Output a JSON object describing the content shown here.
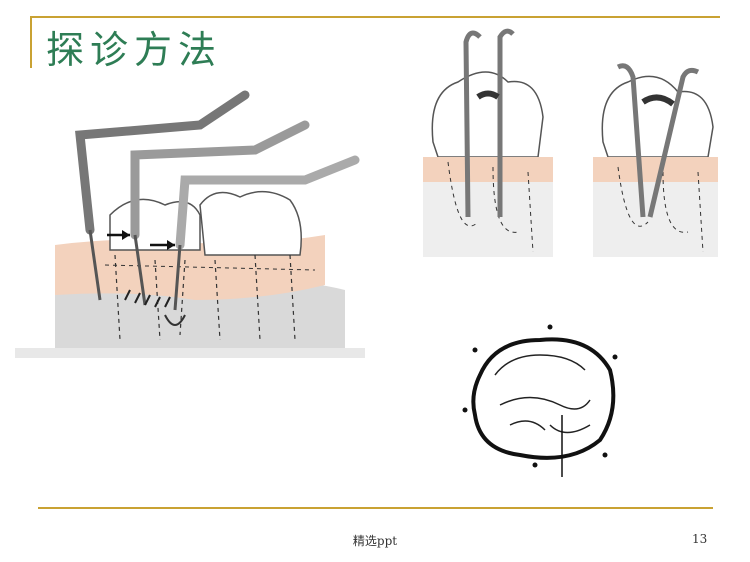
{
  "slide": {
    "title": "探诊方法",
    "footer_text": "精选ppt",
    "page_number": "13"
  },
  "figures": {
    "left": "probe-walking-illustration",
    "top_right": "probe-insertion-illustration",
    "bottom_right": "occlusal-probe-points-illustration"
  },
  "colors": {
    "accent_rule": "#c9a233",
    "title": "#2e7d55",
    "gum": "#f3d2bd",
    "probe": "#8e8e8e"
  }
}
